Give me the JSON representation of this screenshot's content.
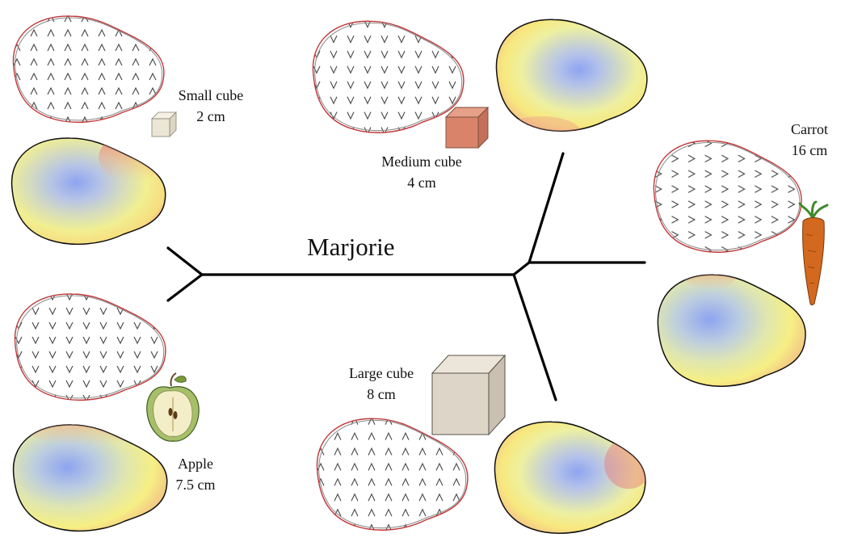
{
  "subject": {
    "name": "Marjorie"
  },
  "objects": [
    {
      "id": "small-cube",
      "label": "Small cube",
      "size": "2 cm",
      "icon": "small-cube-icon"
    },
    {
      "id": "medium-cube",
      "label": "Medium cube",
      "size": "4 cm",
      "icon": "medium-cube-icon"
    },
    {
      "id": "large-cube",
      "label": "Large cube",
      "size": "8 cm",
      "icon": "large-cube-icon"
    },
    {
      "id": "apple",
      "label": "Apple",
      "size": "7.5 cm",
      "icon": "apple-icon"
    },
    {
      "id": "carrot",
      "label": "Carrot",
      "size": "16 cm",
      "icon": "carrot-icon"
    }
  ],
  "colors": {
    "tree_line": "#000000",
    "outline_red": "#c0393b",
    "outline_gray": "#8a8a8a",
    "heat_low": "#8ea4f0",
    "heat_mid_1": "#bcd0de",
    "heat_mid_2": "#dde3a6",
    "heat_mid_3": "#f7f07a",
    "heat_high": "#f0a08a",
    "heat_peak": "#e9737a"
  }
}
